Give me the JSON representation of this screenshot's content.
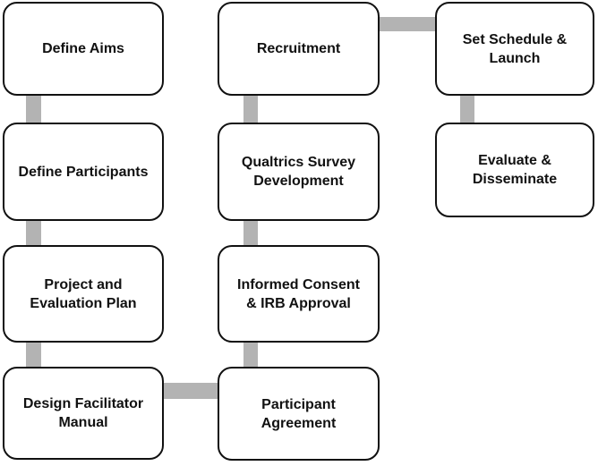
{
  "diagram": {
    "type": "flowchart",
    "colors": {
      "background": "#ffffff",
      "box_fill": "#ffffff",
      "box_border": "#111111",
      "text": "#111111",
      "connector": "#b3b3b3"
    },
    "boxes": [
      {
        "id": "define-aims",
        "label": "Define Aims"
      },
      {
        "id": "define-participants",
        "label": "Define Participants"
      },
      {
        "id": "project-and-evaluation-plan",
        "label": "Project and\nEvaluation Plan"
      },
      {
        "id": "design-facilitator-manual",
        "label": "Design Facilitator\nManual"
      },
      {
        "id": "recruitment",
        "label": "Recruitment"
      },
      {
        "id": "qualtrics-survey-development",
        "label": "Qualtrics Survey\nDevelopment"
      },
      {
        "id": "informed-consent-irb-approval",
        "label": "Informed Consent\n& IRB Approval"
      },
      {
        "id": "participant-agreement",
        "label": "Participant\nAgreement"
      },
      {
        "id": "set-schedule-launch",
        "label": "Set Schedule &\nLaunch"
      },
      {
        "id": "evaluate-disseminate",
        "label": "Evaluate &\nDisseminate"
      }
    ],
    "edges": [
      {
        "from": "define-aims",
        "to": "define-participants"
      },
      {
        "from": "define-participants",
        "to": "project-and-evaluation-plan"
      },
      {
        "from": "project-and-evaluation-plan",
        "to": "design-facilitator-manual"
      },
      {
        "from": "design-facilitator-manual",
        "to": "participant-agreement"
      },
      {
        "from": "participant-agreement",
        "to": "informed-consent-irb-approval"
      },
      {
        "from": "informed-consent-irb-approval",
        "to": "qualtrics-survey-development"
      },
      {
        "from": "qualtrics-survey-development",
        "to": "recruitment"
      },
      {
        "from": "recruitment",
        "to": "set-schedule-launch"
      },
      {
        "from": "set-schedule-launch",
        "to": "evaluate-disseminate"
      }
    ]
  }
}
